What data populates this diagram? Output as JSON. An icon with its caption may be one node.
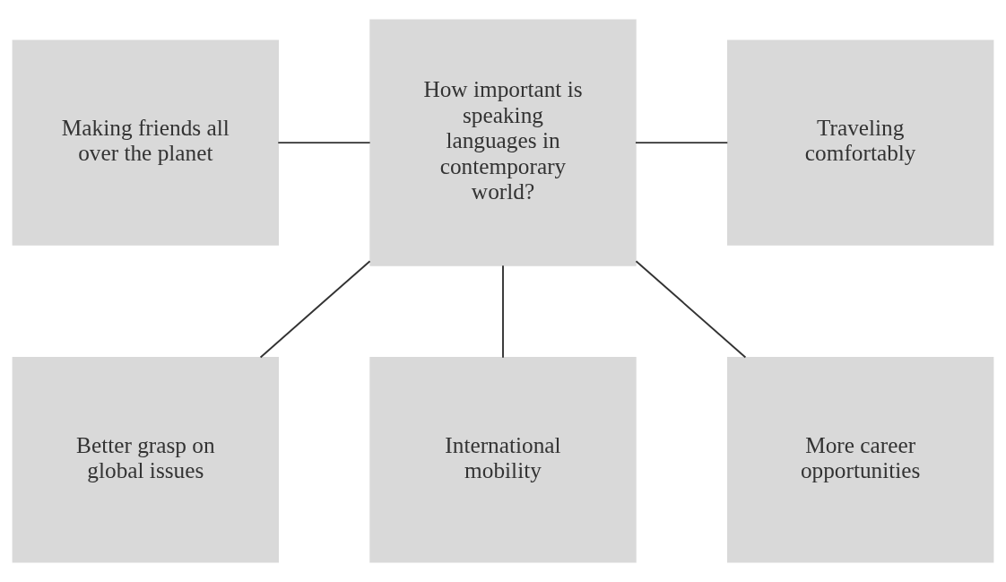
{
  "diagram": {
    "nodes": [
      {
        "text": [
          "Making friends all over the planet"
        ]
      },
      {
        "text": [
          "How important is speaking languages in contemporary world?"
        ]
      },
      {
        "text": [
          "Traveling comfortably"
        ]
      },
      {
        "text": [
          "Better grasp on global issues"
        ]
      },
      {
        "text": [
          "International mobility"
        ]
      },
      {
        "text": [
          "More career opportunities"
        ]
      }
    ],
    "edges": [
      {
        "from": 1,
        "to": 0,
        "arrow": "none"
      },
      {
        "from": 1,
        "to": 2,
        "arrow": "none"
      },
      {
        "from": 1,
        "to": 3,
        "arrow": "none"
      },
      {
        "from": 1,
        "to": 4,
        "arrow": "none"
      },
      {
        "from": 1,
        "to": 5,
        "arrow": "none"
      }
    ]
  }
}
